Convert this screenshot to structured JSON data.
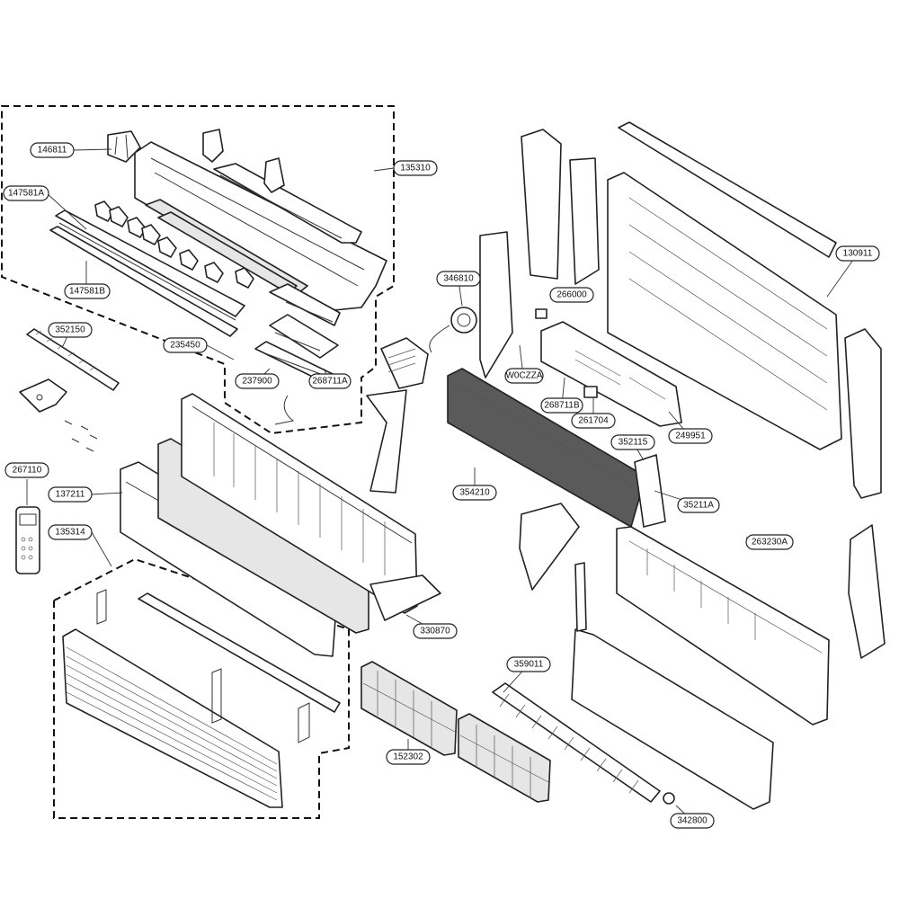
{
  "labels": {
    "l146811": "146811",
    "l135310": "135310",
    "l147581A": "147581A",
    "l147581B": "147581B",
    "l235450": "235450",
    "l237900": "237900",
    "l268711A": "268711A",
    "l352150": "352150",
    "l267110": "267110",
    "l137211": "137211",
    "l135314": "135314",
    "l330870": "330870",
    "l152302": "152302",
    "l346810": "346810",
    "lW0CZZA": "W0CZZA",
    "l266000": "266000",
    "l268711B": "268711B",
    "l261704": "261704",
    "l249951": "249951",
    "l352115": "352115",
    "l354210": "354210",
    "l35211A": "35211A",
    "l263230A": "263230A",
    "l130911": "130911",
    "l359011": "359011",
    "l342800": "342800"
  },
  "colors": {
    "line": "#222222",
    "evaporator_fill": "#5a5a5a",
    "filter_fill": "#e6e6e6",
    "background": "#ffffff"
  }
}
